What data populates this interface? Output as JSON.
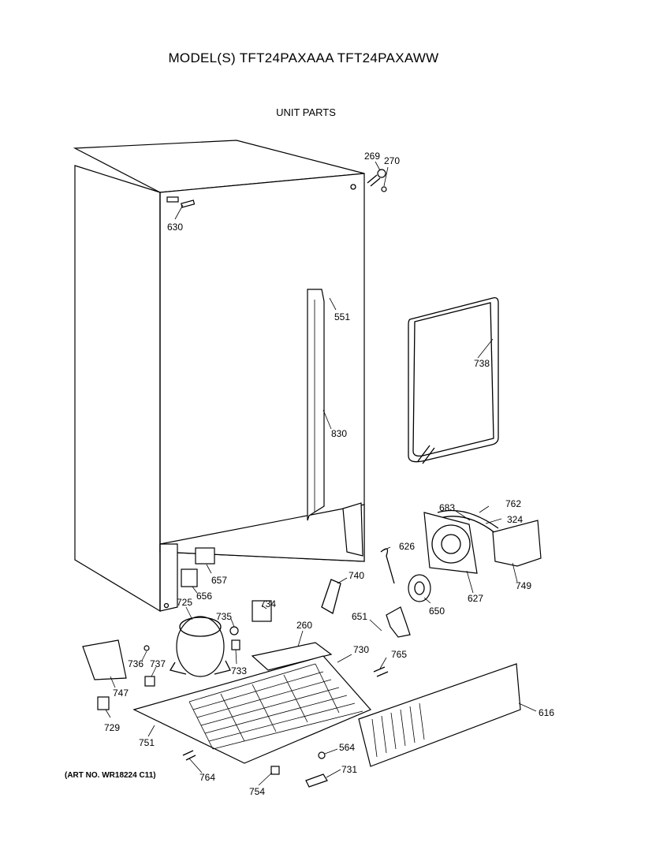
{
  "header": {
    "model_title": "MODEL(S) TFT24PAXAAA  TFT24PAXAWW",
    "section_title": "UNIT PARTS"
  },
  "footer": {
    "art_number": "(ART NO. WR18224 C11)"
  },
  "part_numbers": {
    "p269": "269",
    "p270": "270",
    "p630": "630",
    "p551": "551",
    "p738": "738",
    "p830": "830",
    "p683": "683",
    "p762": "762",
    "p324": "324",
    "p626": "626",
    "p657": "657",
    "p656": "656",
    "p740": "740",
    "p749": "749",
    "p650": "650",
    "p627": "627",
    "p725": "725",
    "p735": "735",
    "p734": "734",
    "p651": "651",
    "p260": "260",
    "p730": "730",
    "p765": "765",
    "p736": "736",
    "p737": "737",
    "p733": "733",
    "p747": "747",
    "p616": "616",
    "p729": "729",
    "p751": "751",
    "p564": "564",
    "p731": "731",
    "p764": "764",
    "p754": "754"
  }
}
